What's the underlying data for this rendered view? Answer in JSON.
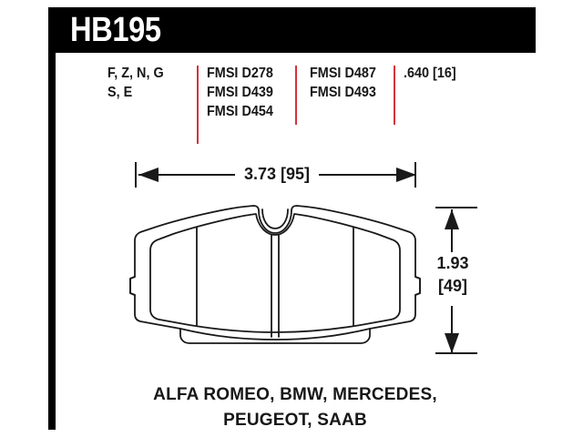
{
  "header": {
    "part_number": "HB195"
  },
  "spec_table": {
    "divider_color": "#d4323c",
    "columns": [
      {
        "name": "compounds",
        "rows": [
          "F, Z, N, G",
          "S, E"
        ]
      },
      {
        "name": "fmsi-group-a",
        "rows": [
          "FMSI D278",
          "FMSI D439",
          "FMSI D454"
        ]
      },
      {
        "name": "fmsi-group-b",
        "rows": [
          "FMSI D487",
          "FMSI D493"
        ]
      },
      {
        "name": "thickness",
        "rows": [
          ".640 [16]"
        ]
      }
    ]
  },
  "dimensions": {
    "width": {
      "label": "3.73 [95]",
      "inches": 3.73,
      "millimeters": 95
    },
    "height": {
      "label_inches": "1.93",
      "label_mm": "[49]",
      "inches": 1.93,
      "millimeters": 49
    },
    "thickness": {
      "label": ".640 [16]",
      "inches": 0.64,
      "millimeters": 16
    }
  },
  "drawing": {
    "name": "brake-pad-outline",
    "stroke_color": "#1a1a1a",
    "fill_color": "#ffffff"
  },
  "footer": {
    "vehicles": [
      "ALFA ROMEO, BMW, MERCEDES,",
      "PEUGEOT, SAAB"
    ]
  }
}
